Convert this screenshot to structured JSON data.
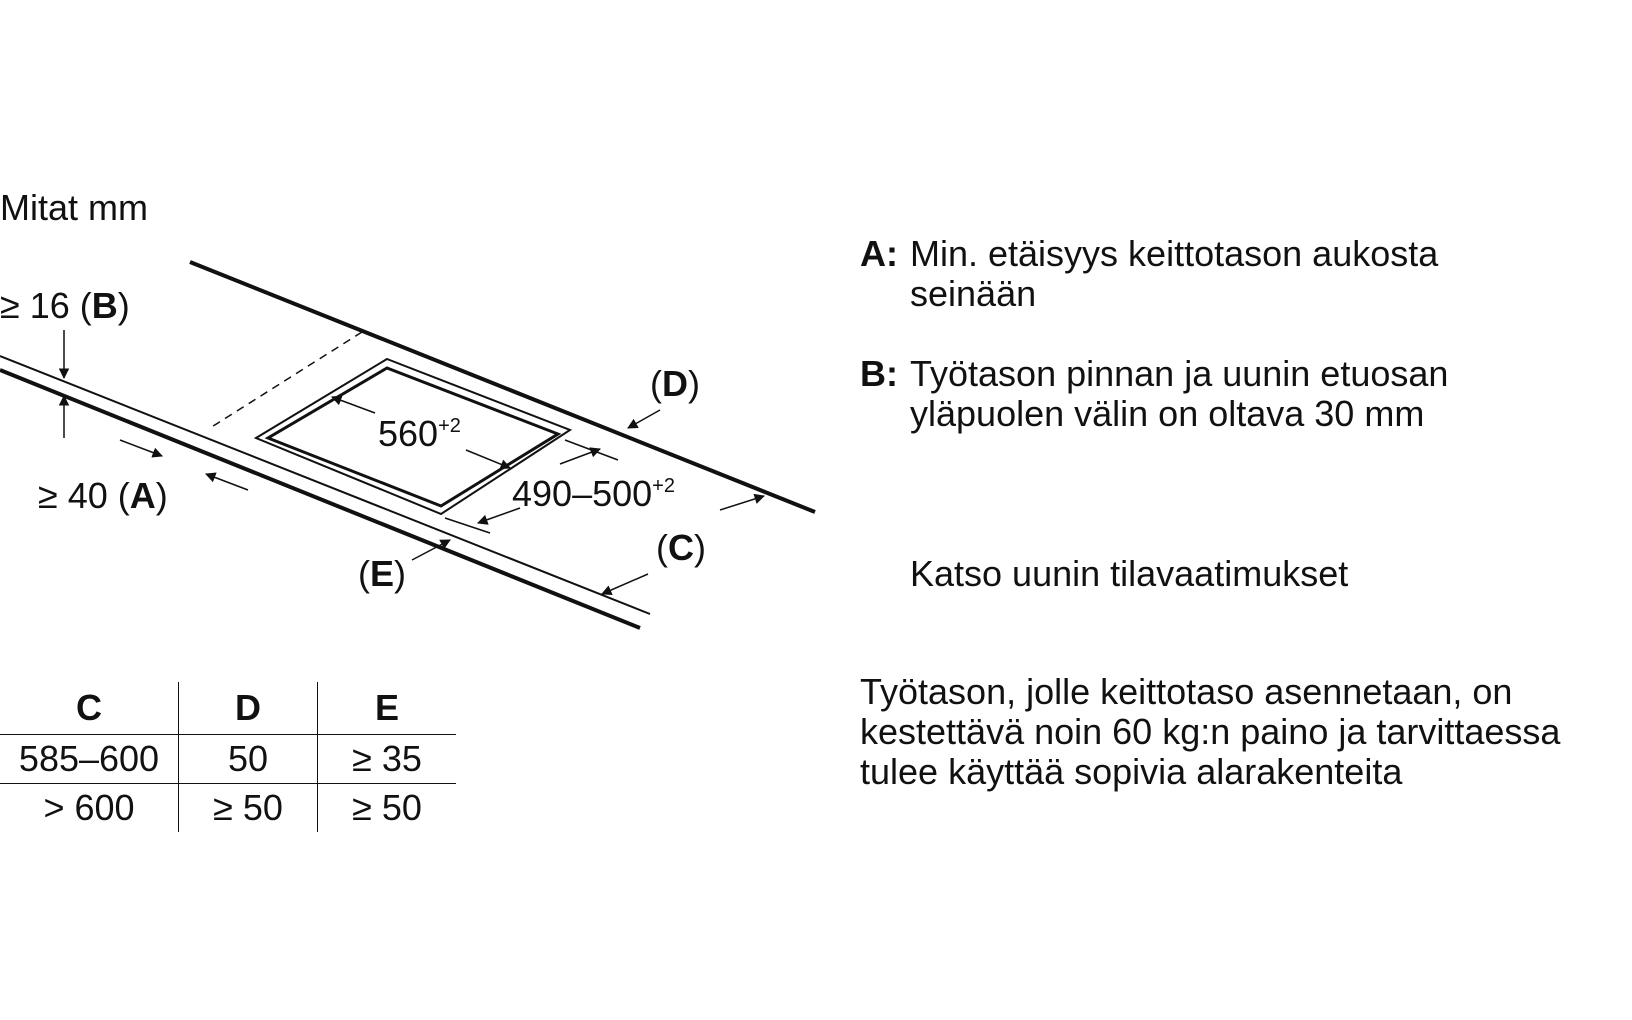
{
  "units_label": "Mitat mm",
  "diagram": {
    "label_B": {
      "prefix": "≥ 16 (",
      "letter": "B",
      "suffix": ")"
    },
    "label_A": {
      "prefix": "≥ 40 (",
      "letter": "A",
      "suffix": ")"
    },
    "label_D": {
      "prefix": "(",
      "letter": "D",
      "suffix": ")"
    },
    "label_C": {
      "prefix": "(",
      "letter": "C",
      "suffix": ")"
    },
    "label_E": {
      "prefix": "(",
      "letter": "E",
      "suffix": ")"
    },
    "width_value": "560",
    "width_tolerance": "+2",
    "depth_value": "490–500",
    "depth_tolerance": "+2"
  },
  "legend": {
    "A": {
      "letter": "A:",
      "line1": "Min. etäisyys keittotason aukosta",
      "line2": "seinään"
    },
    "B": {
      "letter": "B:",
      "line1": "Työtason pinnan ja uunin etuosan",
      "line2": "yläpuolen välin on oltava 30 mm"
    },
    "note_oven": "Katso uunin tilavaatimukset",
    "note_load": {
      "line1": "Työtason, jolle keittotaso asennetaan, on",
      "line2": "kestettävä noin 60 kg:n paino ja tarvittaessa",
      "line3": "tulee käyttää sopivia alarakenteita"
    }
  },
  "table": {
    "headers": [
      "C",
      "D",
      "E"
    ],
    "rows": [
      [
        "585–600",
        "50",
        "≥ 35"
      ],
      [
        "> 600",
        "≥ 50",
        "≥ 50"
      ]
    ]
  }
}
